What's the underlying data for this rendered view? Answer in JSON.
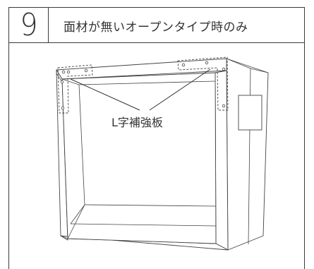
{
  "step": {
    "number": "9",
    "title": "面材が無いオープンタイプ時のみ"
  },
  "illustration": {
    "callout_label": "L字補強板"
  }
}
